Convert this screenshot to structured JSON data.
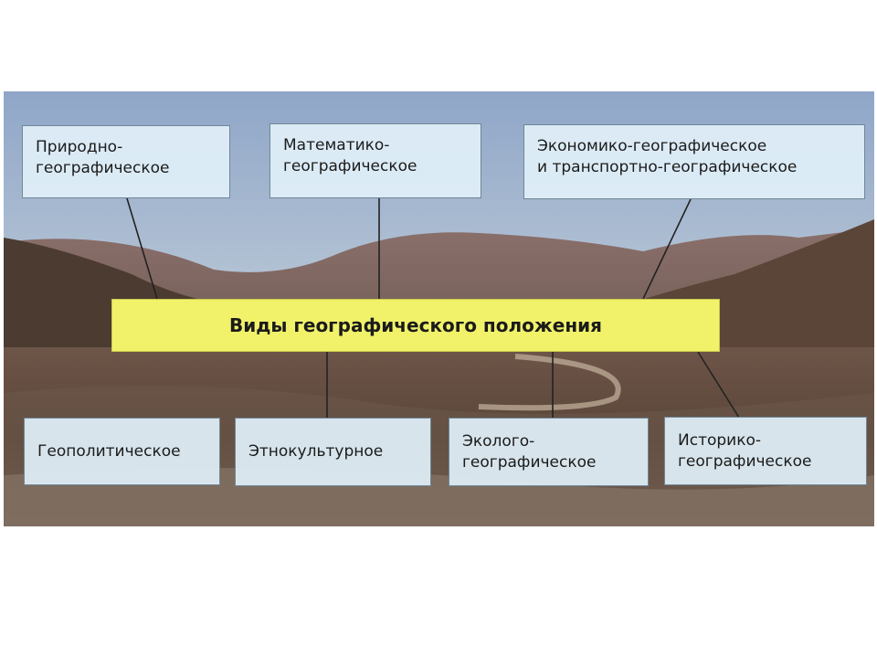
{
  "diagram": {
    "center": "Виды географического положения",
    "top_boxes": [
      "Природно-\nгеографическое",
      "Математико-\nгеографическое",
      "Экономико-географическое\nи транспортно-географическое"
    ],
    "bottom_boxes": [
      "Геополитическое",
      "Этнокультурное",
      "Эколого-\nгеографическое",
      "Историко-\nгеографическое"
    ]
  },
  "colors": {
    "center_fill": "#f1f26a",
    "box_fill": "#e0eff7",
    "connector": "#222222"
  }
}
